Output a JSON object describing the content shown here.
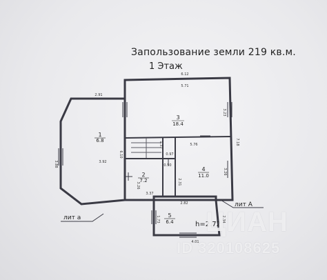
{
  "header": {
    "line1": "Запользование земли 219 кв.м.",
    "line2": "1 Этаж"
  },
  "rooms": [
    {
      "num": "1",
      "area": "6.8"
    },
    {
      "num": "2",
      "area": "7.2"
    },
    {
      "num": "3",
      "area": "18.4"
    },
    {
      "num": "4",
      "area": "11.0"
    },
    {
      "num": "5",
      "area": "6.4"
    }
  ],
  "dimensions": {
    "top_outer": "6.12",
    "top_inner": "5.71",
    "room1_top": "2.91",
    "left_outer": "3.88",
    "room1_inner": "3.92",
    "room1_height": "6.10",
    "room3_side": "3.23",
    "right_outer": "7.18",
    "mid_width": "5.76",
    "stair_small": "0.97",
    "stair_w": "0.50",
    "room4_side": "3.26",
    "room2_side": "3.26",
    "room2_inner": "2.31",
    "room2_bottom": "3.37",
    "room5_top": "2.82",
    "room5_left": "1.73",
    "room5_right": "2.34",
    "bottom": "4.01",
    "gap_small": "1.37"
  },
  "ceiling_height": "h=2.72",
  "labels": {
    "lit_a_left": "лит а",
    "lit_A_right": "лит А"
  },
  "watermark": {
    "brand": "ЦИАН",
    "id": "ID 320108625"
  },
  "colors": {
    "wall": "#3a3a44",
    "paper": "#eeeef0",
    "text": "#222222"
  }
}
